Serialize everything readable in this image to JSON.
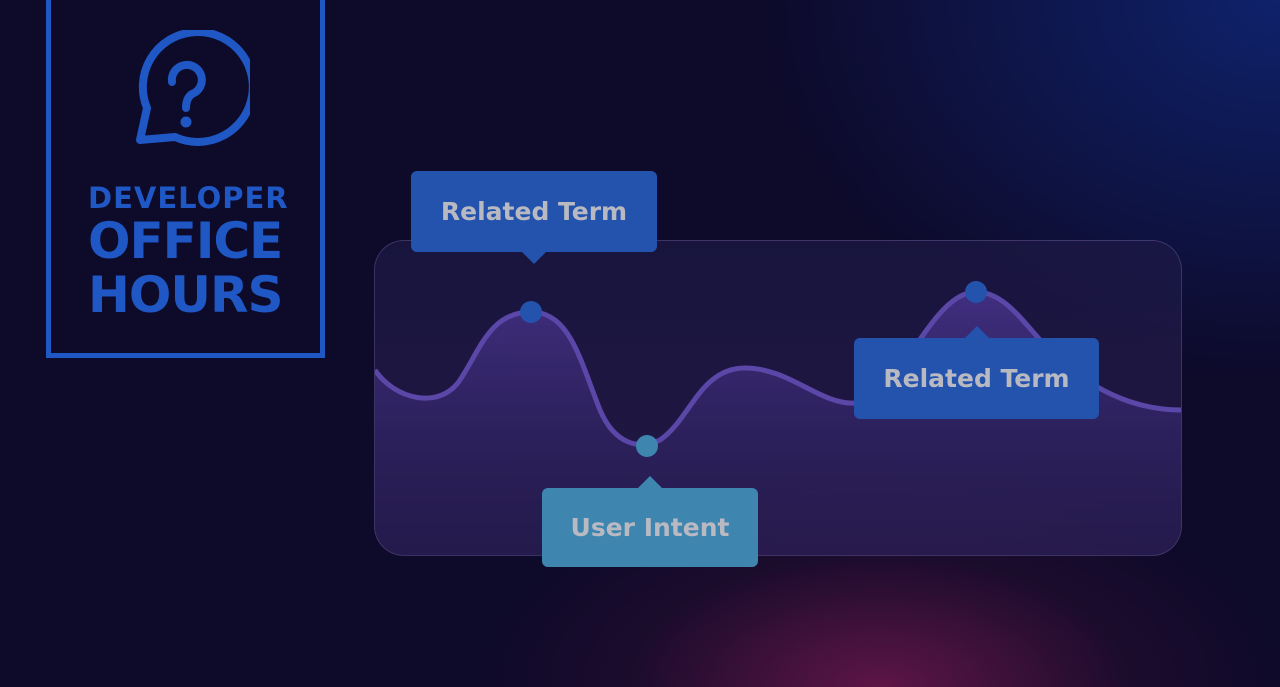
{
  "logo": {
    "line1": "DEVELOPER",
    "line2": "OFFICE",
    "line3": "HOURS",
    "icon": "question-chat-bubble-icon"
  },
  "labels": [
    {
      "text": "Related Term",
      "color": "#2453ae"
    },
    {
      "text": "User Intent",
      "color": "#3e86b0"
    },
    {
      "text": "Related Term",
      "color": "#2453ae"
    }
  ],
  "colors": {
    "background": "#0d0a2a",
    "brand": "#1f57c4",
    "curve": "#5b47a8"
  }
}
